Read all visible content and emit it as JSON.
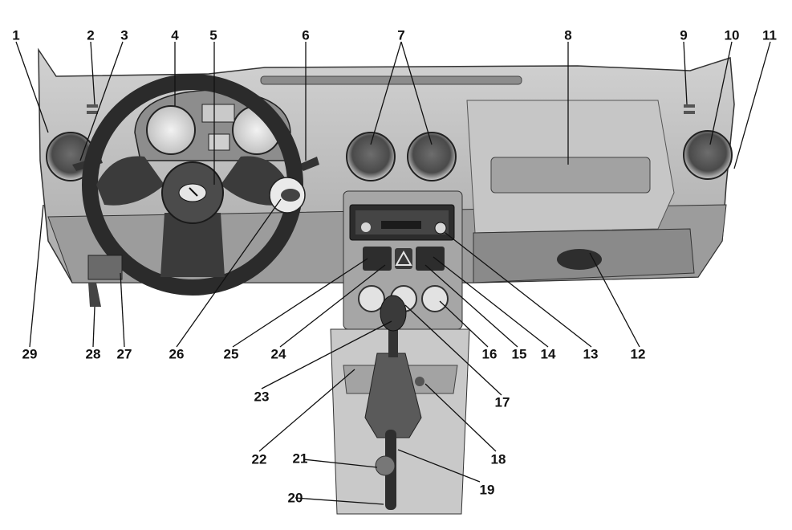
{
  "callouts": [
    {
      "id": "c1",
      "label": "1"
    },
    {
      "id": "c2",
      "label": "2"
    },
    {
      "id": "c3",
      "label": "3"
    },
    {
      "id": "c4",
      "label": "4"
    },
    {
      "id": "c5",
      "label": "5"
    },
    {
      "id": "c6",
      "label": "6"
    },
    {
      "id": "c7",
      "label": "7"
    },
    {
      "id": "c8",
      "label": "8"
    },
    {
      "id": "c9",
      "label": "9"
    },
    {
      "id": "c10",
      "label": "10"
    },
    {
      "id": "c11",
      "label": "11"
    },
    {
      "id": "c12",
      "label": "12"
    },
    {
      "id": "c13",
      "label": "13"
    },
    {
      "id": "c14",
      "label": "14"
    },
    {
      "id": "c15",
      "label": "15"
    },
    {
      "id": "c16",
      "label": "16"
    },
    {
      "id": "c17",
      "label": "17"
    },
    {
      "id": "c18",
      "label": "18"
    },
    {
      "id": "c19",
      "label": "19"
    },
    {
      "id": "c20",
      "label": "20"
    },
    {
      "id": "c21",
      "label": "21"
    },
    {
      "id": "c22",
      "label": "22"
    },
    {
      "id": "c23",
      "label": "23"
    },
    {
      "id": "c24",
      "label": "24"
    },
    {
      "id": "c25",
      "label": "25"
    },
    {
      "id": "c26",
      "label": "26"
    },
    {
      "id": "c27",
      "label": "27"
    },
    {
      "id": "c28",
      "label": "28"
    },
    {
      "id": "c29",
      "label": "29"
    }
  ],
  "colors": {
    "dashboard": "#bdbdbd",
    "dashboard_dark": "#8e8e8e",
    "trim": "#6a6a6a",
    "wheel": "#2b2b2b",
    "line": "#111111"
  },
  "icons": [
    "steering-wheel-icon",
    "lada-logo-icon",
    "air-vent-icon",
    "hazard-triangle-icon"
  ]
}
